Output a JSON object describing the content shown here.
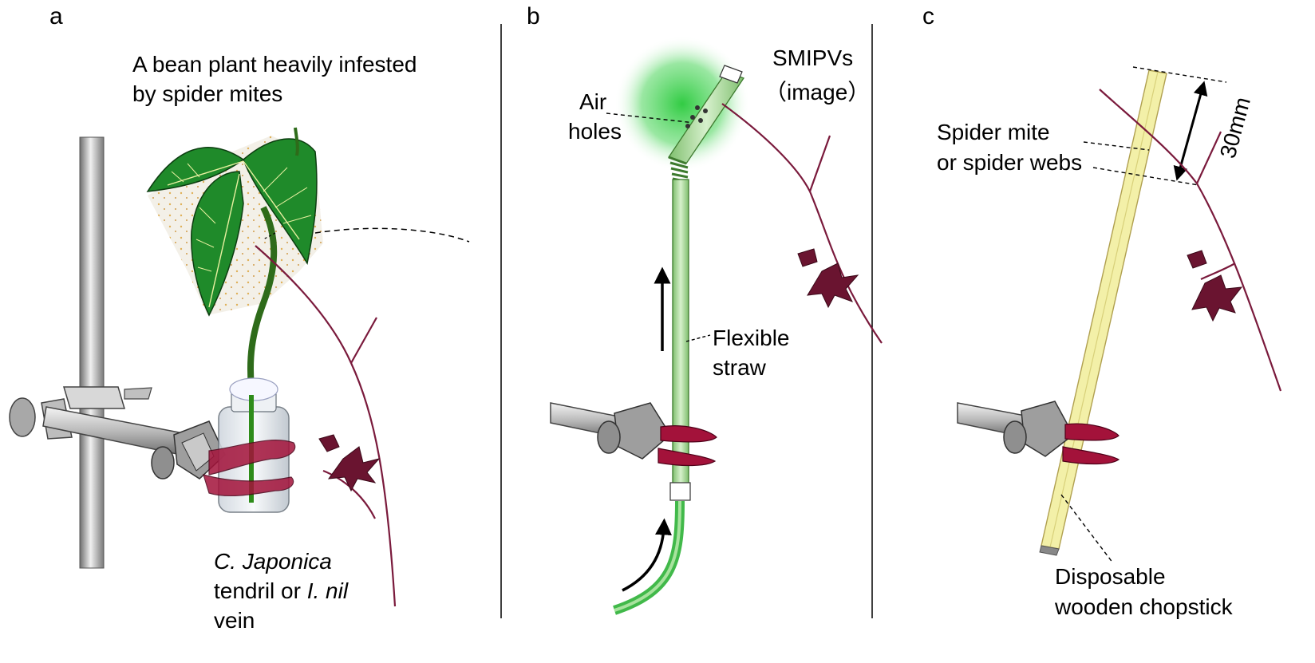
{
  "panels": {
    "a": {
      "letter": "a",
      "title_line1": "A bean plant heavily infested",
      "title_line2": "by spider mites",
      "caption_species1": "C. Japonica",
      "caption_line2_text": " tendril or ",
      "caption_species2": "I. nil",
      "caption_line3": "vein"
    },
    "b": {
      "letter": "b",
      "smipv_label": "SMIPVs",
      "smipv_sub": "（image）",
      "air_holes_line1": "Air",
      "air_holes_line2": "holes",
      "straw_line1": "Flexible",
      "straw_line2": "straw"
    },
    "c": {
      "letter": "c",
      "mite_line1": "Spider mite",
      "mite_line2": "or spider webs",
      "measure": "30mm",
      "chopstick_line1": "Disposable",
      "chopstick_line2": "wooden chopstick"
    }
  },
  "colors": {
    "leaf_green": "#1f8a2a",
    "leaf_vein": "#e8f0a0",
    "stem_green": "#2e6b1a",
    "clamp_red": "#a3123a",
    "tendril_maroon": "#7a1a3c",
    "straw_green": "#9fd08f",
    "volatile_glow": "#2ecc40",
    "chopstick_yellow": "#f3f0a8",
    "metal_gray": "#9a9a9a"
  }
}
